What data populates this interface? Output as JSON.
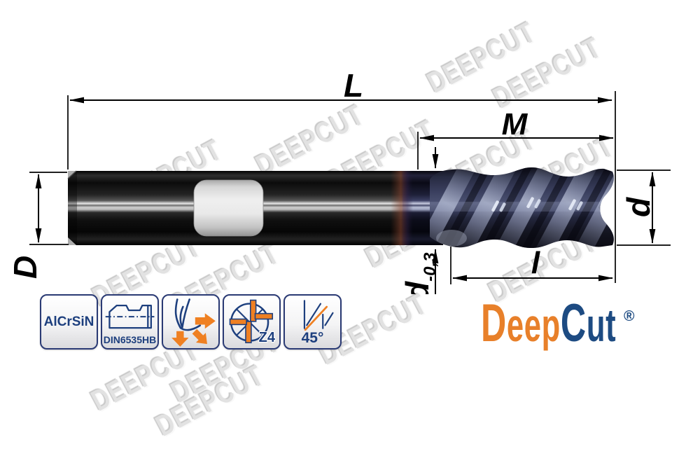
{
  "watermark": {
    "text": "DEEPCUT"
  },
  "dimensions": {
    "overall_length": "L",
    "coated_length": "M",
    "shank_diameter": "D",
    "cutting_diameter": "d",
    "neck_diameter": {
      "base": "d",
      "tolerance": "-0,3"
    },
    "flute_length": "l"
  },
  "badges": [
    {
      "name": "coating",
      "label": "AlCrSiN"
    },
    {
      "name": "shank-standard",
      "label": "DIN6535HB"
    },
    {
      "name": "milling-directions"
    },
    {
      "name": "flute-count",
      "label": "Z4"
    },
    {
      "name": "chamfer-angle",
      "label": "45°"
    }
  ],
  "logo": {
    "part1": "Deep",
    "part2": "Cut",
    "registered": "®"
  },
  "colors": {
    "accent_orange": "#EF8022",
    "logo_orange": "#E8802A",
    "logo_navy": "#1D4B82",
    "badge_navy": "#2A3A74",
    "badge_text_navy": "#1D3F7E",
    "watermark_gray": "#E2E2E2",
    "line_black": "#000000",
    "flute_coating_blue": "#3A3F5E"
  }
}
